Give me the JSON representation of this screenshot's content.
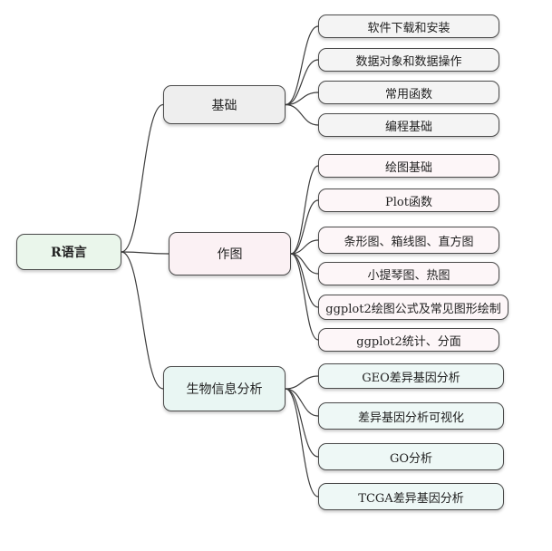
{
  "mindmap": {
    "root": {
      "label": "R语言"
    },
    "branches": [
      {
        "label": "基础",
        "children": [
          "软件下载和安装",
          "数据对象和数据操作",
          "常用函数",
          "编程基础"
        ]
      },
      {
        "label": "作图",
        "children": [
          "绘图基础",
          "Plot函数",
          "条形图、箱线图、直方图",
          "小提琴图、热图",
          "ggplot2绘图公式及常见图形绘制",
          "ggplot2统计、分面"
        ]
      },
      {
        "label": "生物信息分析",
        "children": [
          "GEO差异基因分析",
          "差异基因分析可视化",
          "GO分析",
          "TCGA差异基因分析"
        ]
      }
    ]
  },
  "colors": {
    "line": "#3d3d3d",
    "border": "#4a4a4a",
    "root_fill": "#eaf6eb",
    "basic_fill": "#eeeeee",
    "plot_fill": "#fbf1f4",
    "bio_fill": "#e9f6f3"
  }
}
